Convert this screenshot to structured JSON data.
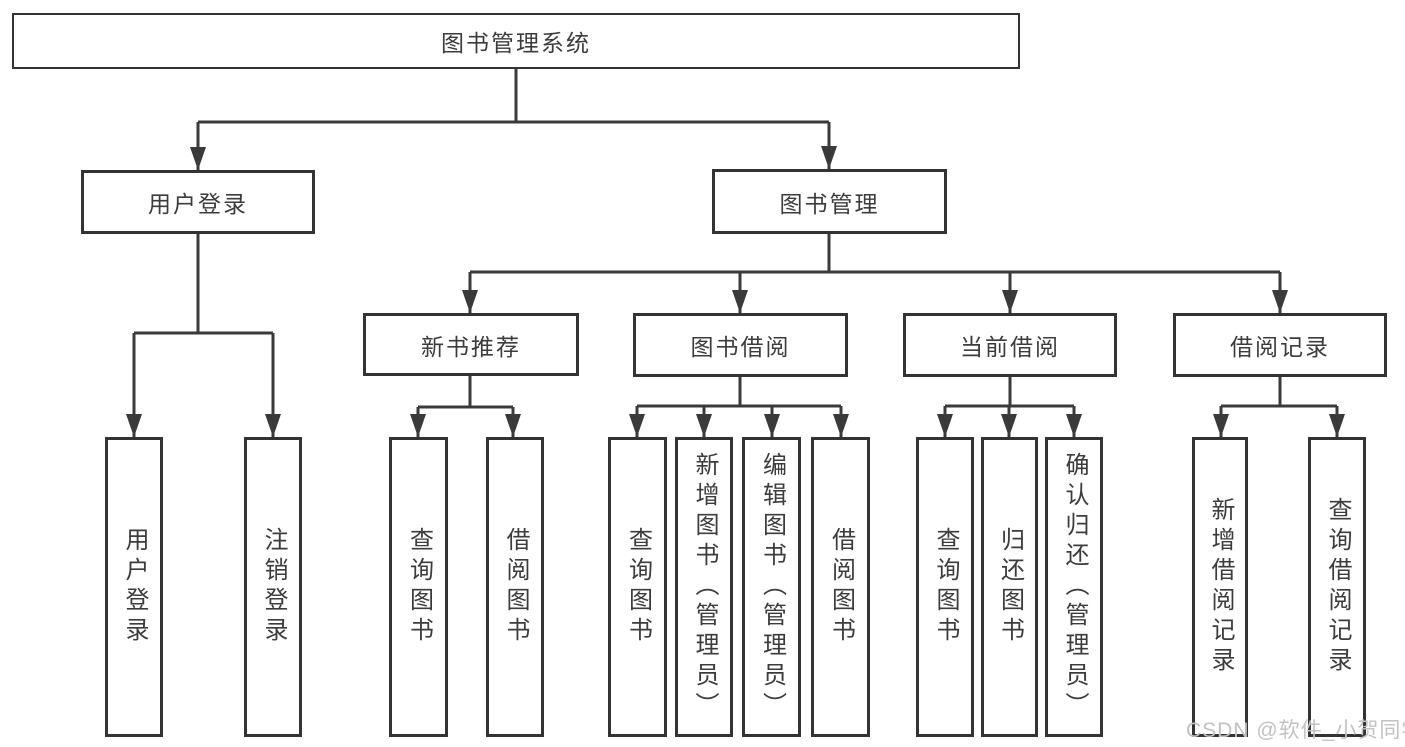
{
  "colors": {
    "line": "#3a3a3a",
    "box_border": "#333333",
    "box_background": "#ffffff",
    "text": "#3c3c3c",
    "watermark": "#c2c2c2"
  },
  "watermark": {
    "text": "CSDN @软件_小贺同学"
  },
  "tree": {
    "root": {
      "label": "图书管理系统"
    },
    "level1": [
      {
        "label": "用户登录",
        "children": [
          {
            "label": "用户登录"
          },
          {
            "label": "注销登录"
          }
        ]
      },
      {
        "label": "图书管理",
        "children": [
          {
            "label": "新书推荐",
            "children": [
              {
                "label": "查询图书"
              },
              {
                "label": "借阅图书"
              }
            ]
          },
          {
            "label": "图书借阅",
            "children": [
              {
                "label": "查询图书"
              },
              {
                "label": "新增图书（管理员）"
              },
              {
                "label": "编辑图书（管理员）"
              },
              {
                "label": "借阅图书"
              }
            ]
          },
          {
            "label": "当前借阅",
            "children": [
              {
                "label": "查询图书"
              },
              {
                "label": "归还图书"
              },
              {
                "label": "确认归还（管理员）"
              }
            ]
          },
          {
            "label": "借阅记录",
            "children": [
              {
                "label": "新增借阅记录"
              },
              {
                "label": "查询借阅记录"
              }
            ]
          }
        ]
      }
    ]
  }
}
